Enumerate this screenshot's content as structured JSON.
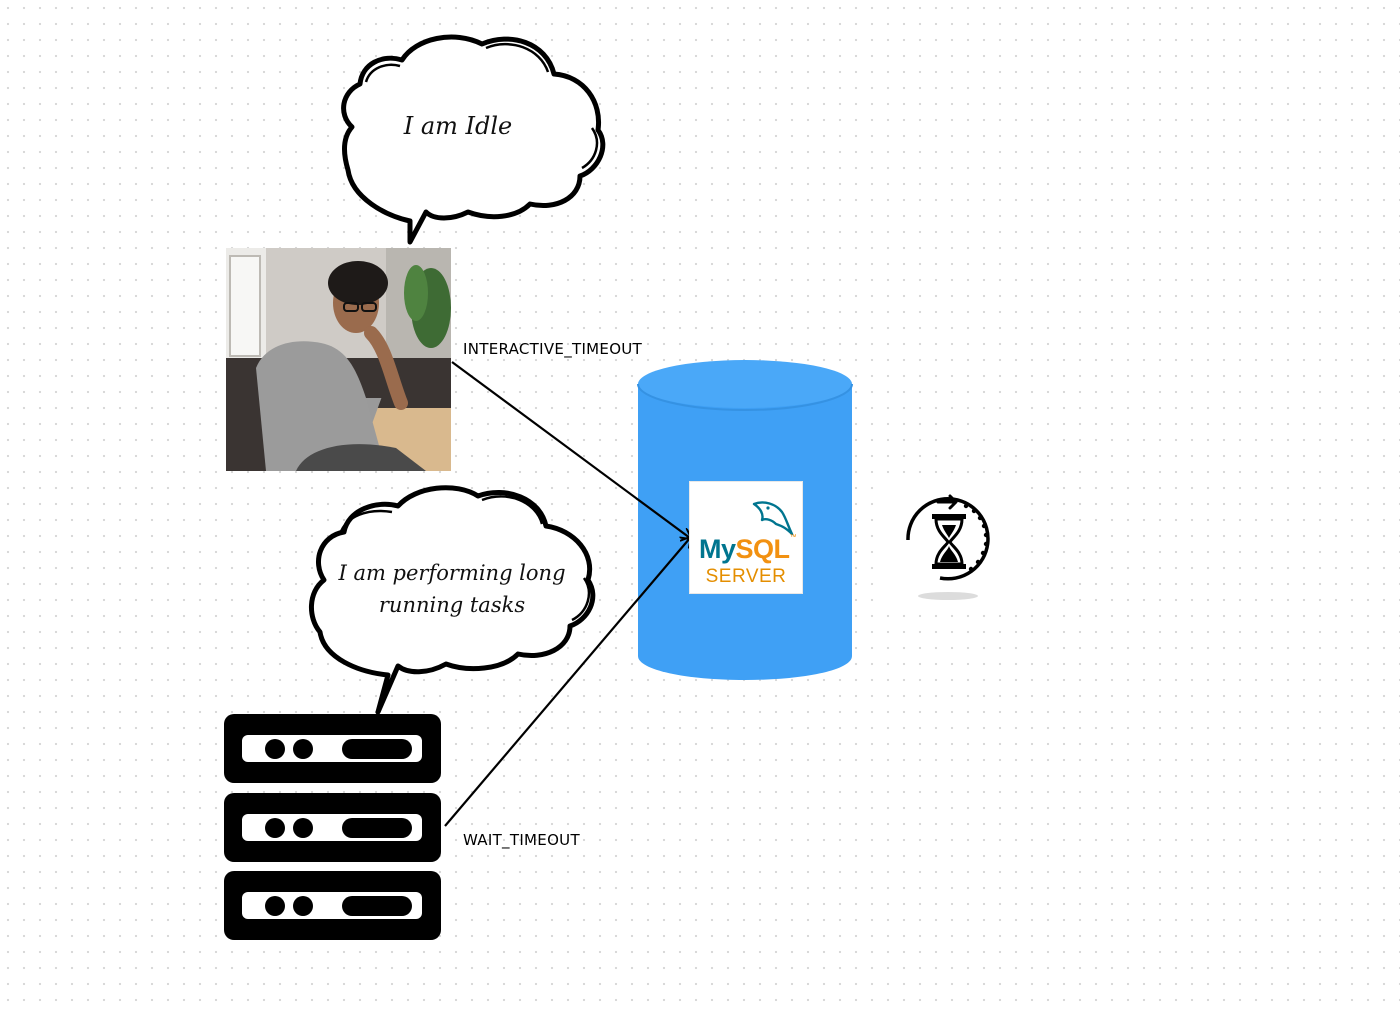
{
  "bubbles": {
    "idle": "I am Idle",
    "busy_line1": "I am performing long",
    "busy_line2": "running tasks"
  },
  "edges": {
    "interactive": "INTERACTIVE_TIMEOUT",
    "wait": "WAIT_TIMEOUT"
  },
  "mysql_logo": {
    "my": "My",
    "sql": "SQL",
    "tm": "™",
    "server": "SERVER"
  },
  "colors": {
    "database": "#3fa0f5",
    "database_top": "#4aa8f8",
    "mysql_blue": "#00758f",
    "mysql_orange": "#f29111",
    "ink": "#000000"
  },
  "icons": {
    "person": "person-photo",
    "server": "server-rack-icon",
    "database": "database-cylinder-icon",
    "timer": "hourglass-timeout-icon"
  }
}
